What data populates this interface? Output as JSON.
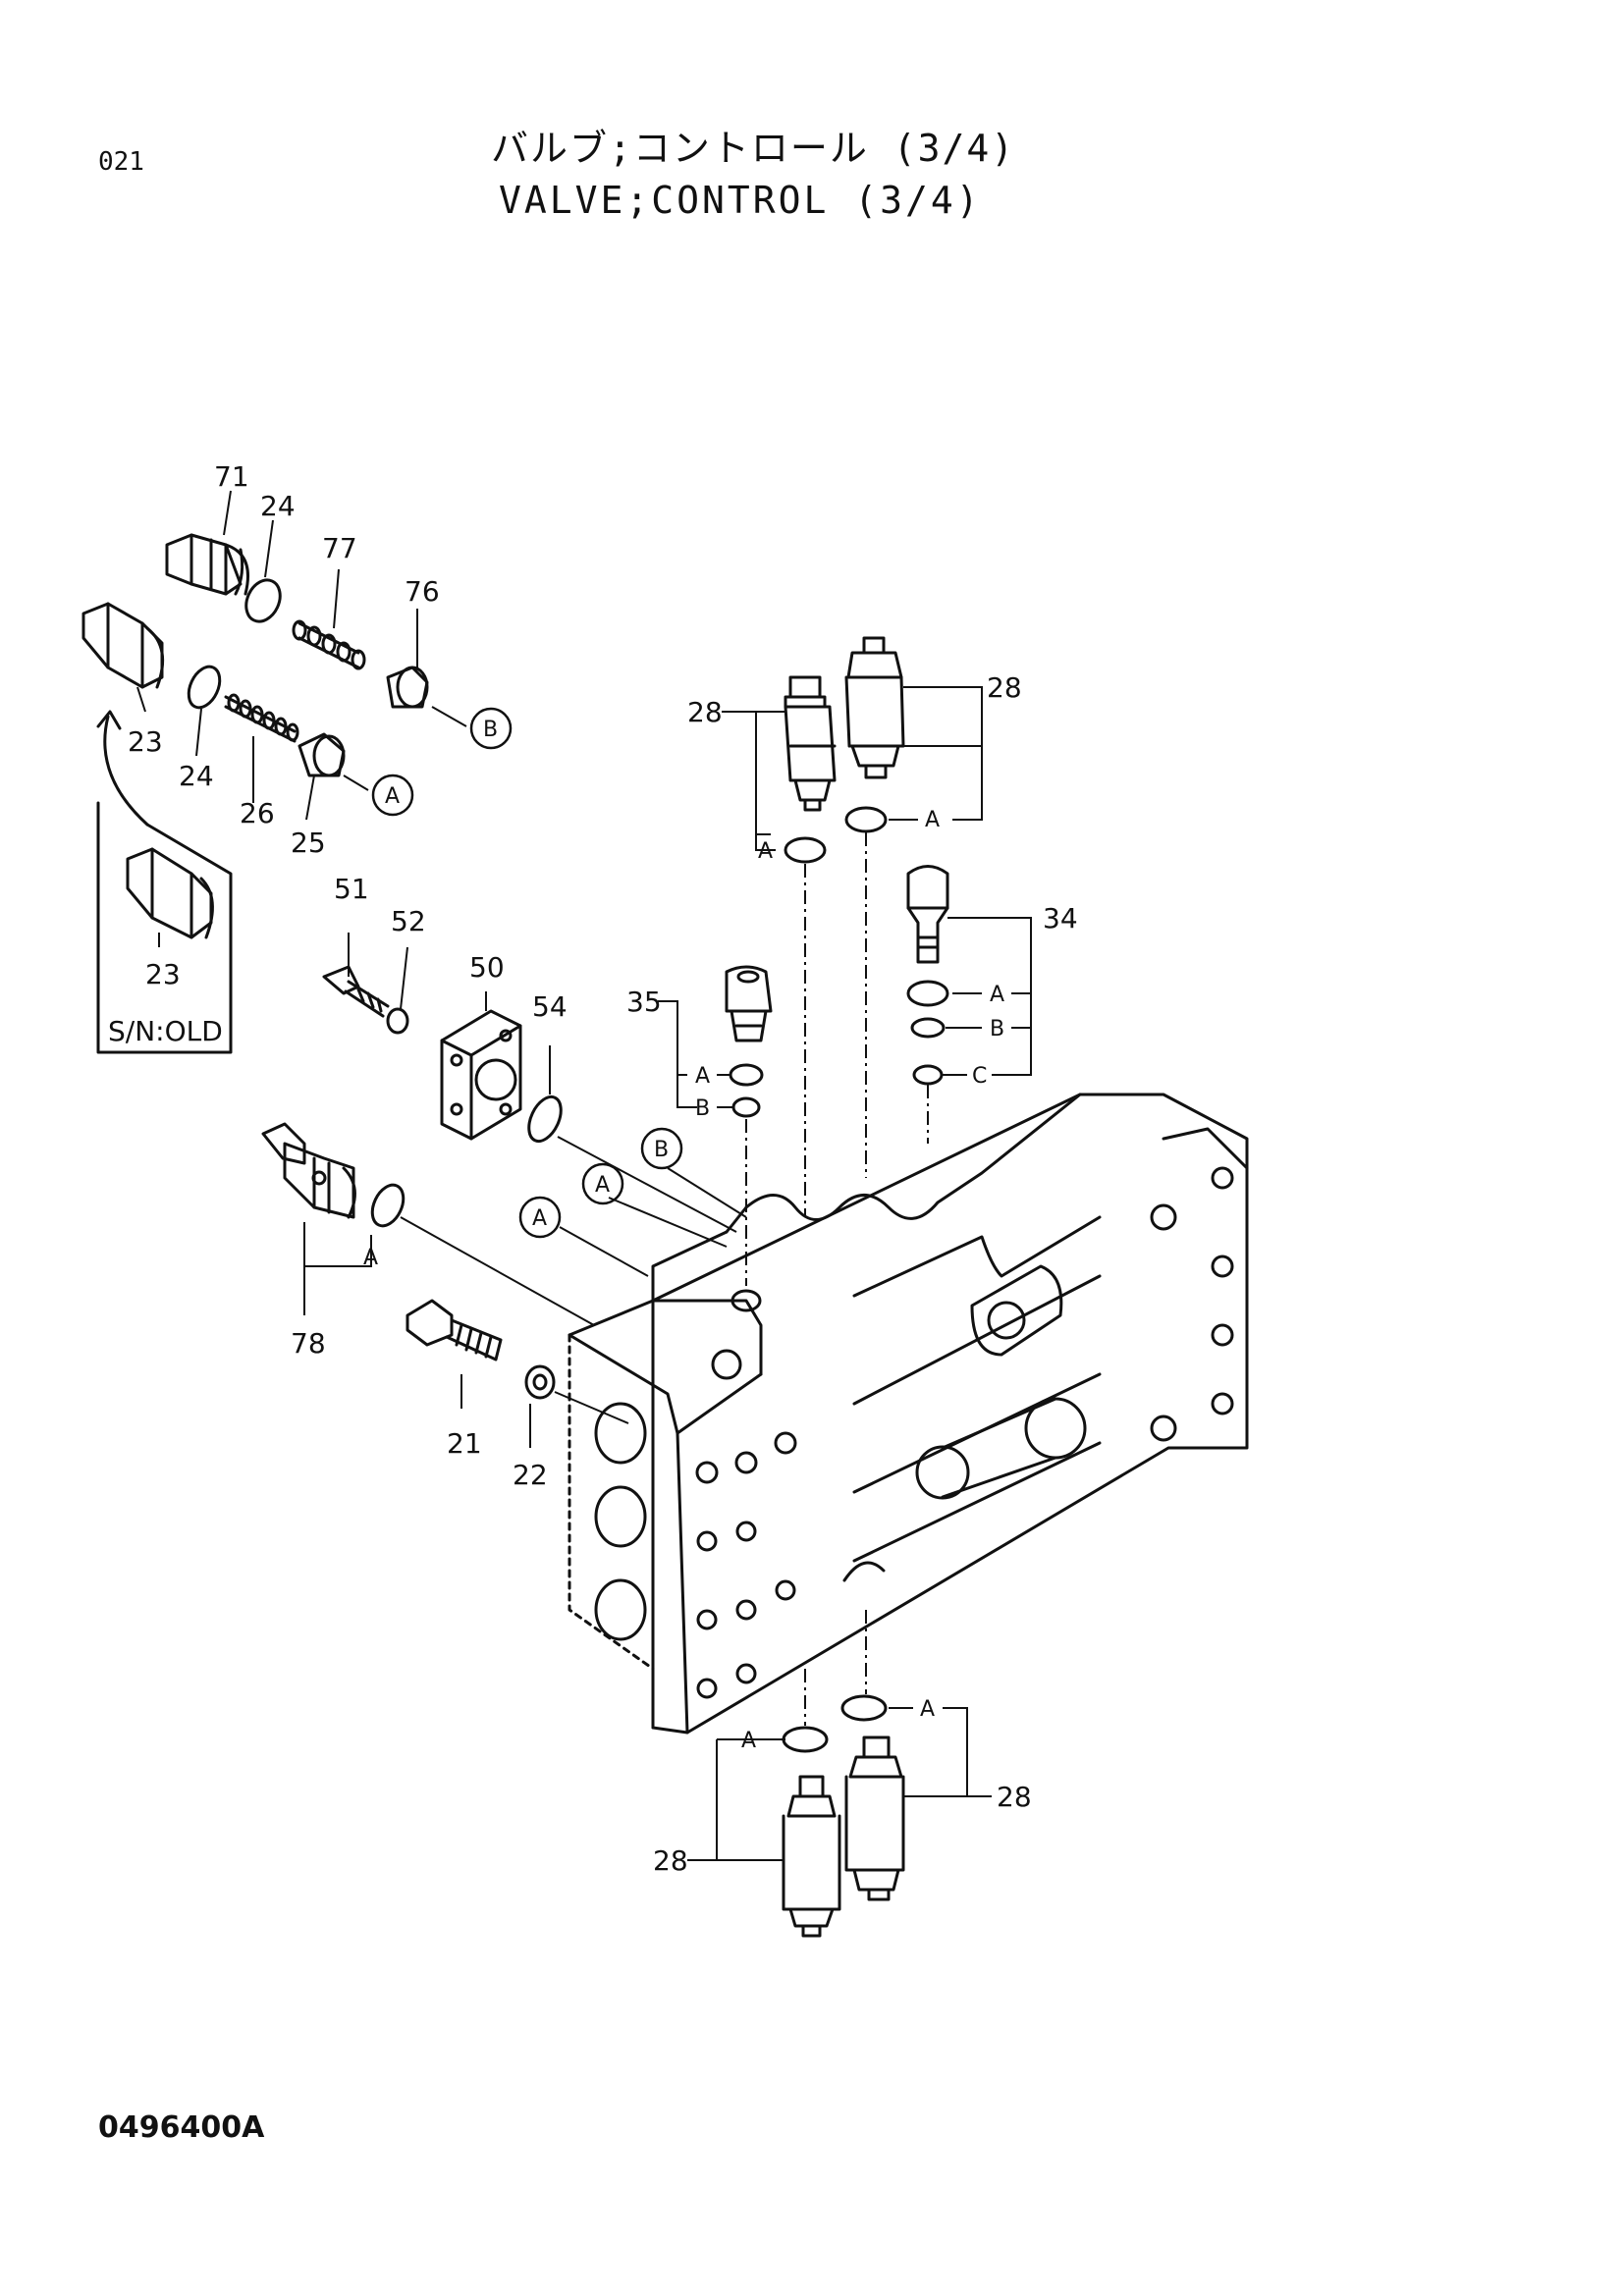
{
  "header": {
    "page_number": "021",
    "title_jp": "バルブ;コントロール (3/4)",
    "title_en": "VALVE;CONTROL (3/4)"
  },
  "footer": {
    "document_number": "0496400A"
  },
  "callouts": {
    "p71": "71",
    "p24a": "24",
    "p77": "77",
    "p76": "76",
    "p23": "23",
    "p24b": "24",
    "p26": "26",
    "p25": "25",
    "p23old": "23",
    "s_n_old": "S/N:OLD",
    "p51": "51",
    "p52": "52",
    "p50": "50",
    "p54": "54",
    "p78": "78",
    "p21": "21",
    "p22": "22",
    "p35": "35",
    "p34": "34",
    "p28tl": "28",
    "p28tr": "28",
    "p28bl": "28",
    "p28br": "28"
  },
  "refs": {
    "a": "A",
    "b": "B",
    "c": "C"
  }
}
